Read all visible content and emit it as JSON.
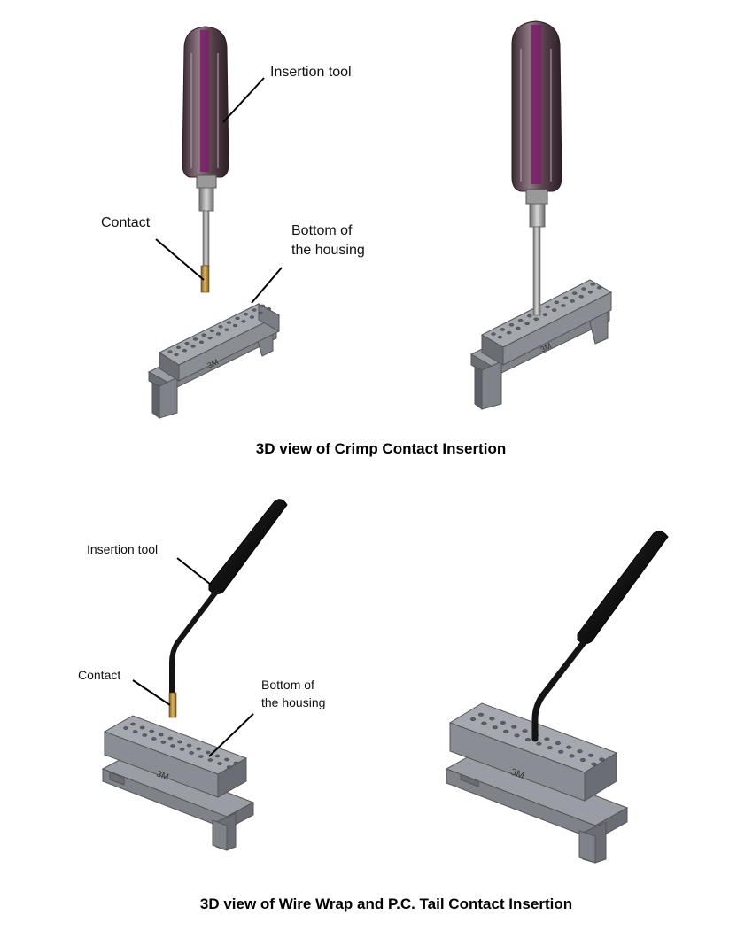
{
  "top_section": {
    "labels": {
      "insertion_tool": "Insertion tool",
      "contact": "Contact",
      "bottom_line1": "Bottom of",
      "bottom_line2": "the housing"
    },
    "caption": "3D view of Crimp Contact Insertion"
  },
  "bottom_section": {
    "labels": {
      "insertion_tool": "Insertion tool",
      "contact": "Contact",
      "bottom_line1": "Bottom of",
      "bottom_line2": "the housing"
    },
    "caption": "3D view of Wire Wrap and P.C. Tail Contact Insertion"
  },
  "colors": {
    "housing_top": "#9a9da3",
    "housing_front": "#7f8288",
    "housing_side": "#6a6d73",
    "screwdriver_handle": "#5a3a48",
    "screwdriver_stripe": "#7a1e6a",
    "tool_black": "#141414",
    "contact_gold": "#b08a3a"
  }
}
